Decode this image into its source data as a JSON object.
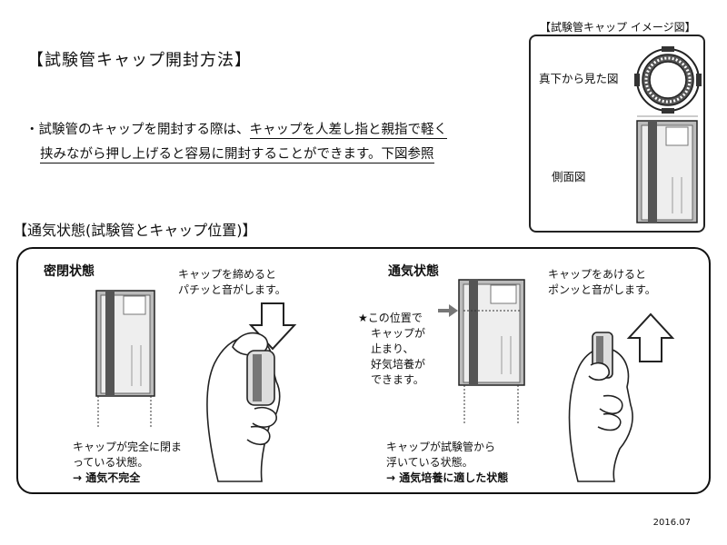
{
  "title": "【試験管キャップ開封方法】",
  "instruction": {
    "line1_pre": "・試験管のキャップを開封する際は、",
    "line1_underlined": "キャップを人差し指と親指で軽く",
    "line2": "挟みながら押し上げると容易に開封することができます。下図参照"
  },
  "inset": {
    "title": "【試験管キャップ イメージ図】",
    "bottom_view_label": "真下から見た図",
    "side_view_label": "側面図"
  },
  "section_title": "【通気状態(試験管とキャップ位置)】",
  "sealed": {
    "title": "密閉状態",
    "action_line1": "キャップを締めると",
    "action_line2": "パチッと音がします。",
    "desc_line1": "キャップが完全に閉ま",
    "desc_line2": "っている状態。",
    "result": "→ 通気不完全"
  },
  "vented": {
    "title": "通気状態",
    "action_line1": "キャップをあけると",
    "action_line2": "ポンッと音がします。",
    "note_lines": [
      "★この位置で",
      "キャップが",
      "止まり、",
      "好気培養が",
      "できます。"
    ],
    "desc_line1": "キャップが試験管から",
    "desc_line2": "浮いている状態。",
    "result": "→ 通気培養に適した状態"
  },
  "date": "2016.07",
  "colors": {
    "tube_band": "#555555",
    "tube_fill": "#e6e6e6",
    "outline": "#222222"
  }
}
